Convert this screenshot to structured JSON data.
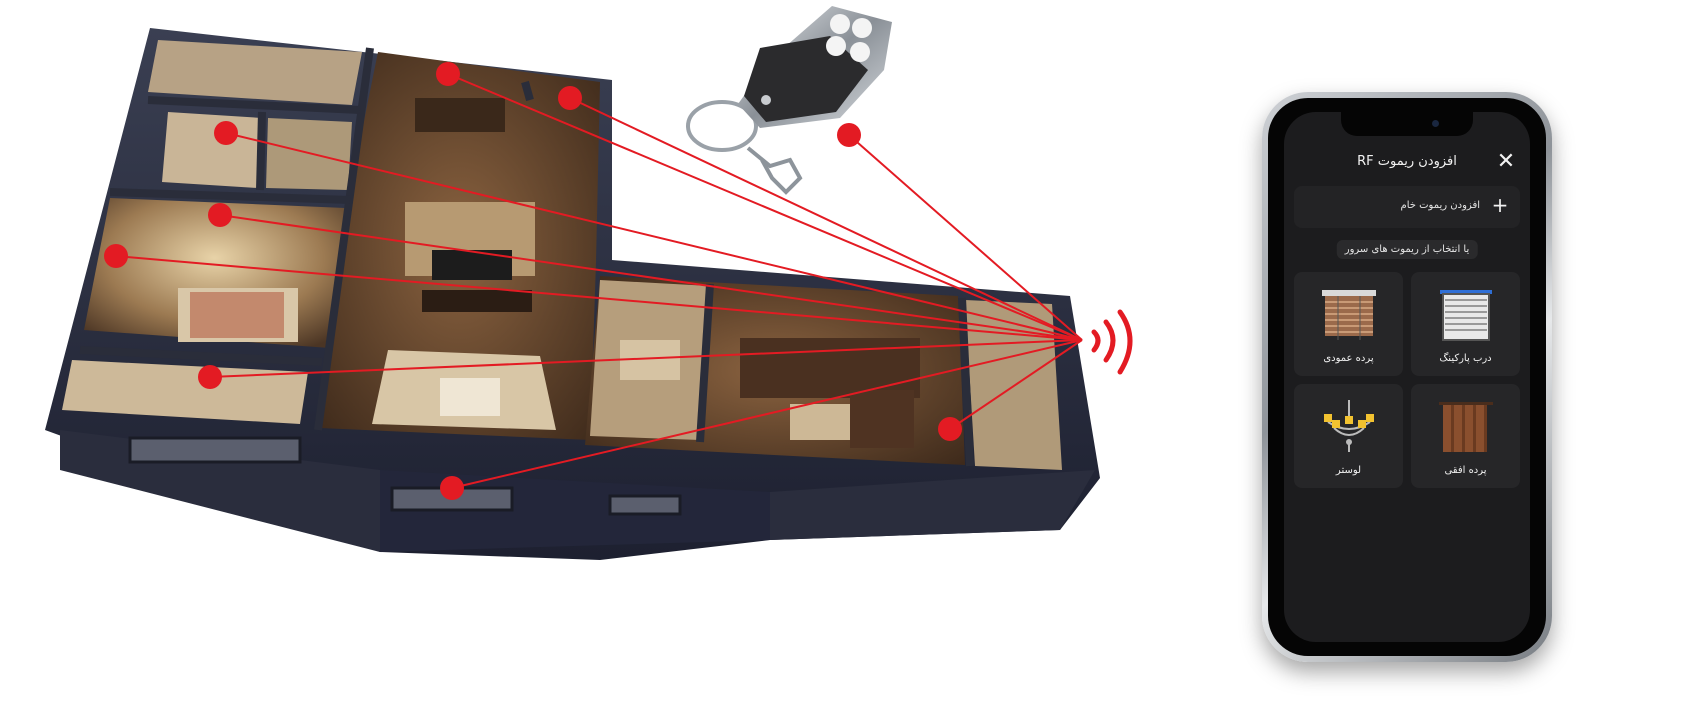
{
  "app": {
    "title": "افزودن ریموت RF",
    "add_raw_label": "افزودن ریموت خام",
    "or_select_label": "یا انتخاب از ریموت های سرور",
    "tiles": [
      {
        "label": "درب پارکینگ",
        "icon": "garage-door-icon"
      },
      {
        "label": "پرده عمودی",
        "icon": "vertical-blind-icon"
      },
      {
        "label": "پرده افقی",
        "icon": "horizontal-curtain-icon"
      },
      {
        "label": "لوستر",
        "icon": "chandelier-icon"
      }
    ]
  },
  "colors": {
    "signal": "#e31b23",
    "screen_bg": "#1c1c1e",
    "tile_bg": "#262628",
    "floor_wall": "#2c2f3c",
    "room_floor": "#6b4a2c",
    "room_light": "#c9b08a"
  }
}
